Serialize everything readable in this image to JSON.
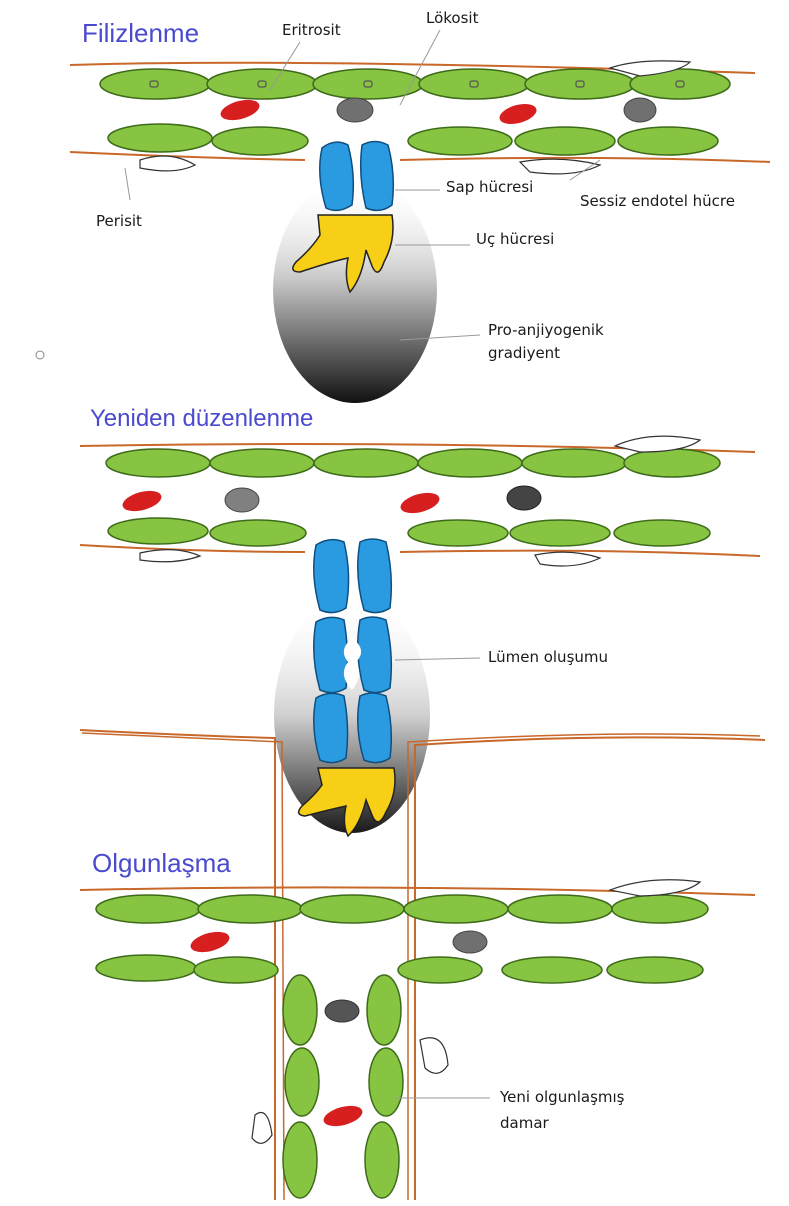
{
  "panels": {
    "sprouting": {
      "title": "Filizlenme",
      "labels": {
        "erythrocyte": "Eritrosit",
        "leukocyte": "Lökosit",
        "stalk": "Sap hücresi",
        "quiescent": "Sessiz endotel hücre",
        "pericyte": "Perisit",
        "tip": "Uç hücresi",
        "gradient_1": "Pro-anjiyogenik",
        "gradient_2": "gradiyent"
      }
    },
    "remodeling": {
      "title": "Yeniden düzenlenme",
      "labels": {
        "lumen": "Lümen oluşumu"
      }
    },
    "maturation": {
      "title": "Olgunlaşma",
      "labels": {
        "vessel_1": "Yeni olgunlaşmış",
        "vessel_2": "damar"
      }
    }
  },
  "colors": {
    "title": "#4a4acf",
    "endothelial": "#86c441",
    "stalk_cell": "#2a9be0",
    "tip_cell": "#f6cf16",
    "erythrocyte": "#d71f1f",
    "leukocyte": "#707070",
    "basement_line": "#c8682a"
  }
}
